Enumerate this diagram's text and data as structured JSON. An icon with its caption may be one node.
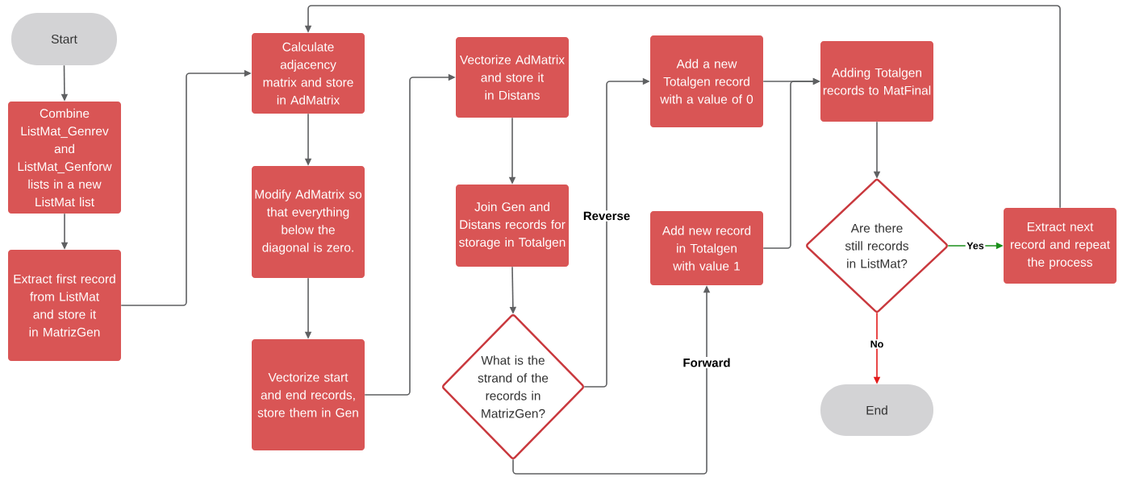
{
  "diagram": {
    "nodes": [
      {
        "text": [
          "Start"
        ]
      },
      {
        "text": [
          "Combine ListMat_Genrev and ListMat_Genforw lists in a new ListMat list"
        ]
      },
      {
        "text": [
          "Extract first record from ListMat and store it in MatrizGen"
        ]
      },
      {
        "text": [
          "Calculate adjacency matrix and store in AdMatrix"
        ]
      },
      {
        "text": [
          "Modify AdMatrix so that everything below the diagonal is zero."
        ]
      },
      {
        "text": [
          "Vectorize start and end records, store them in Gen"
        ]
      },
      {
        "text": [
          "Vectorize AdMatrix and store it in Distans"
        ]
      },
      {
        "text": [
          "Join Gen and Distans records for storage in Totalgen"
        ]
      },
      {
        "text": [
          "What is the strand of the records in MatrizGen?"
        ]
      },
      {
        "text": [
          "Add a new Totalgen record with a value of 0"
        ]
      },
      {
        "text": [
          "Add new record in Totalgen with value 1"
        ]
      },
      {
        "text": [
          "Adding Totalgen records to MatFinal"
        ]
      },
      {
        "text": [
          "Are there still records in ListMat?"
        ]
      },
      {
        "text": [
          "Extract next record and repeat the process"
        ]
      },
      {
        "text": [
          "End"
        ]
      }
    ],
    "edges": [
      {
        "from": 0,
        "to": 1,
        "arrow": "to"
      },
      {
        "from": 1,
        "to": 2,
        "arrow": "to"
      },
      {
        "from": 2,
        "to": 3,
        "arrow": "to"
      },
      {
        "from": 3,
        "to": 4,
        "arrow": "to"
      },
      {
        "from": 4,
        "to": 5,
        "arrow": "to"
      },
      {
        "from": 5,
        "to": 6,
        "arrow": "to"
      },
      {
        "from": 6,
        "to": 7,
        "arrow": "to"
      },
      {
        "from": 7,
        "to": 8,
        "arrow": "to"
      },
      {
        "from": 8,
        "to": 9,
        "arrow": "to",
        "label": "Reverse"
      },
      {
        "from": 8,
        "to": 10,
        "arrow": "to",
        "label": "Forward"
      },
      {
        "from": 9,
        "to": 11,
        "arrow": "to"
      },
      {
        "from": 10,
        "to": 11,
        "arrow": "to"
      },
      {
        "from": 11,
        "to": 12,
        "arrow": "to"
      },
      {
        "from": 12,
        "to": 13,
        "arrow": "to",
        "label": "Yes",
        "color": "#1a8f1a"
      },
      {
        "from": 12,
        "to": 14,
        "arrow": "to",
        "label": "No",
        "color": "#e31b1b"
      },
      {
        "from": 13,
        "to": 3,
        "arrow": "to"
      }
    ]
  }
}
